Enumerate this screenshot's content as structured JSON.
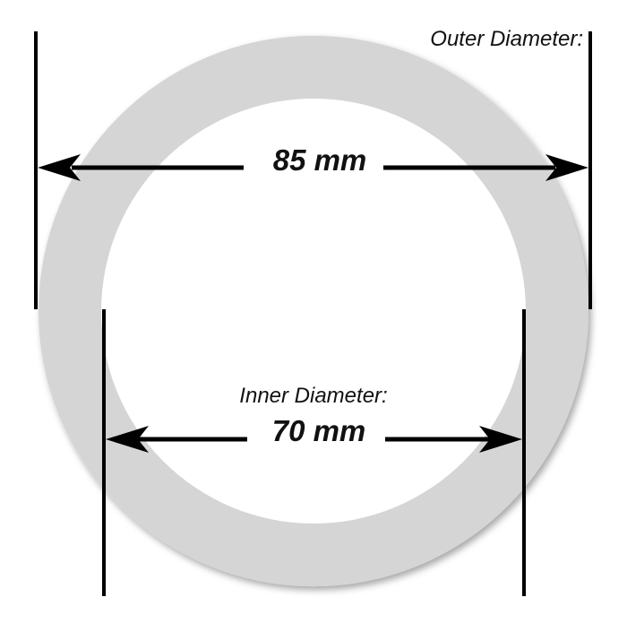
{
  "outer": {
    "label": "Outer Diameter:",
    "value": "85 mm"
  },
  "inner": {
    "label": "Inner Diameter:",
    "value": "70 mm"
  },
  "colors": {
    "ring": "#d5d5d5",
    "ring_shadow": "#9a9a9a",
    "lines": "#000000",
    "text": "#111111",
    "background": "#ffffff"
  }
}
